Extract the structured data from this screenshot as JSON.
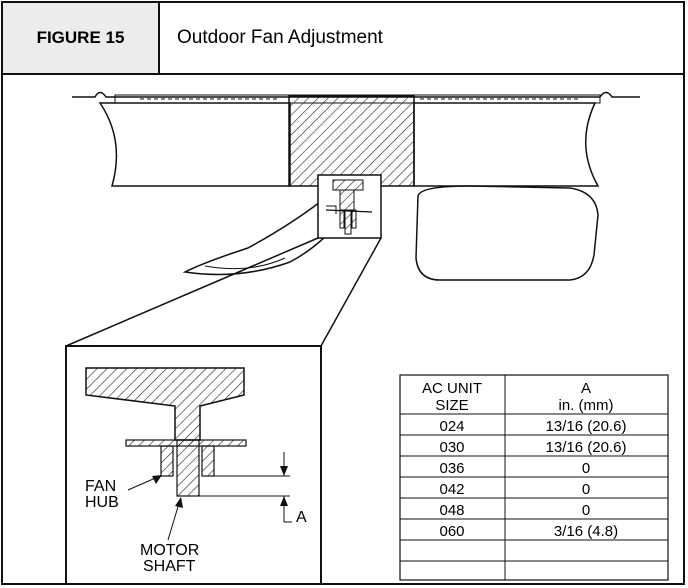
{
  "header": {
    "figure_label": "FIGURE 15",
    "title": "Outdoor Fan Adjustment"
  },
  "labels": {
    "fan_hub": [
      "FAN",
      "HUB"
    ],
    "motor_shaft": [
      "MOTOR",
      "SHAFT"
    ],
    "dimension": "A"
  },
  "table": {
    "headers": [
      [
        "AC UNIT",
        "SIZE"
      ],
      [
        "A",
        "in. (mm)"
      ]
    ],
    "rows": [
      {
        "size": "024",
        "a": "13/16 (20.6)"
      },
      {
        "size": "030",
        "a": "13/16 (20.6)"
      },
      {
        "size": "036",
        "a": "0"
      },
      {
        "size": "042",
        "a": "0"
      },
      {
        "size": "048",
        "a": "0"
      },
      {
        "size": "060",
        "a": "3/16 (4.8)"
      }
    ]
  },
  "colors": {
    "line": "#111111",
    "header_bg": "#ececec",
    "hatch": "#222222"
  }
}
